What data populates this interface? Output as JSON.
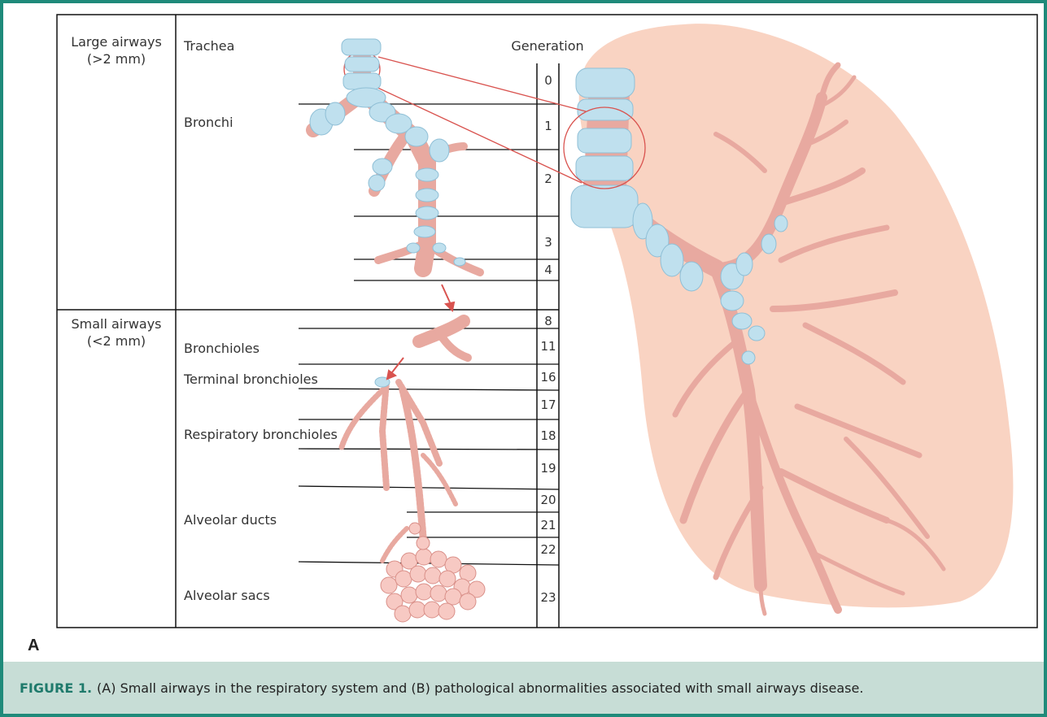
{
  "figure": {
    "panel_letter": "A",
    "caption_label": "FIGURE 1.",
    "caption_text": "(A) Small airways in the respiratory system and (B) pathological abnormalities associated with small airways disease."
  },
  "categories": {
    "large": {
      "line1": "Large airways",
      "line2": "(>2 mm)"
    },
    "small": {
      "line1": "Small airways",
      "line2": "(<2 mm)"
    }
  },
  "structures": {
    "trachea": "Trachea",
    "bronchi": "Bronchi",
    "bronchioles": "Bronchioles",
    "terminal_bronchioles": "Terminal bronchioles",
    "respiratory_bronchioles": "Respiratory bronchioles",
    "alveolar_ducts": "Alveolar ducts",
    "alveolar_sacs": "Alveolar sacs"
  },
  "generation": {
    "header": "Generation",
    "numbers": [
      "0",
      "1",
      "2",
      "3",
      "4",
      "8",
      "11",
      "16",
      "17",
      "18",
      "19",
      "20",
      "21",
      "22",
      "23"
    ]
  },
  "colors": {
    "frame": "#1f8a7a",
    "caption_bg": "#c7ddd6",
    "lung": "#f9d3c2",
    "airway": "#e8a9a0",
    "cartilage": "#bfe0ee",
    "connector": "#d9534f"
  }
}
